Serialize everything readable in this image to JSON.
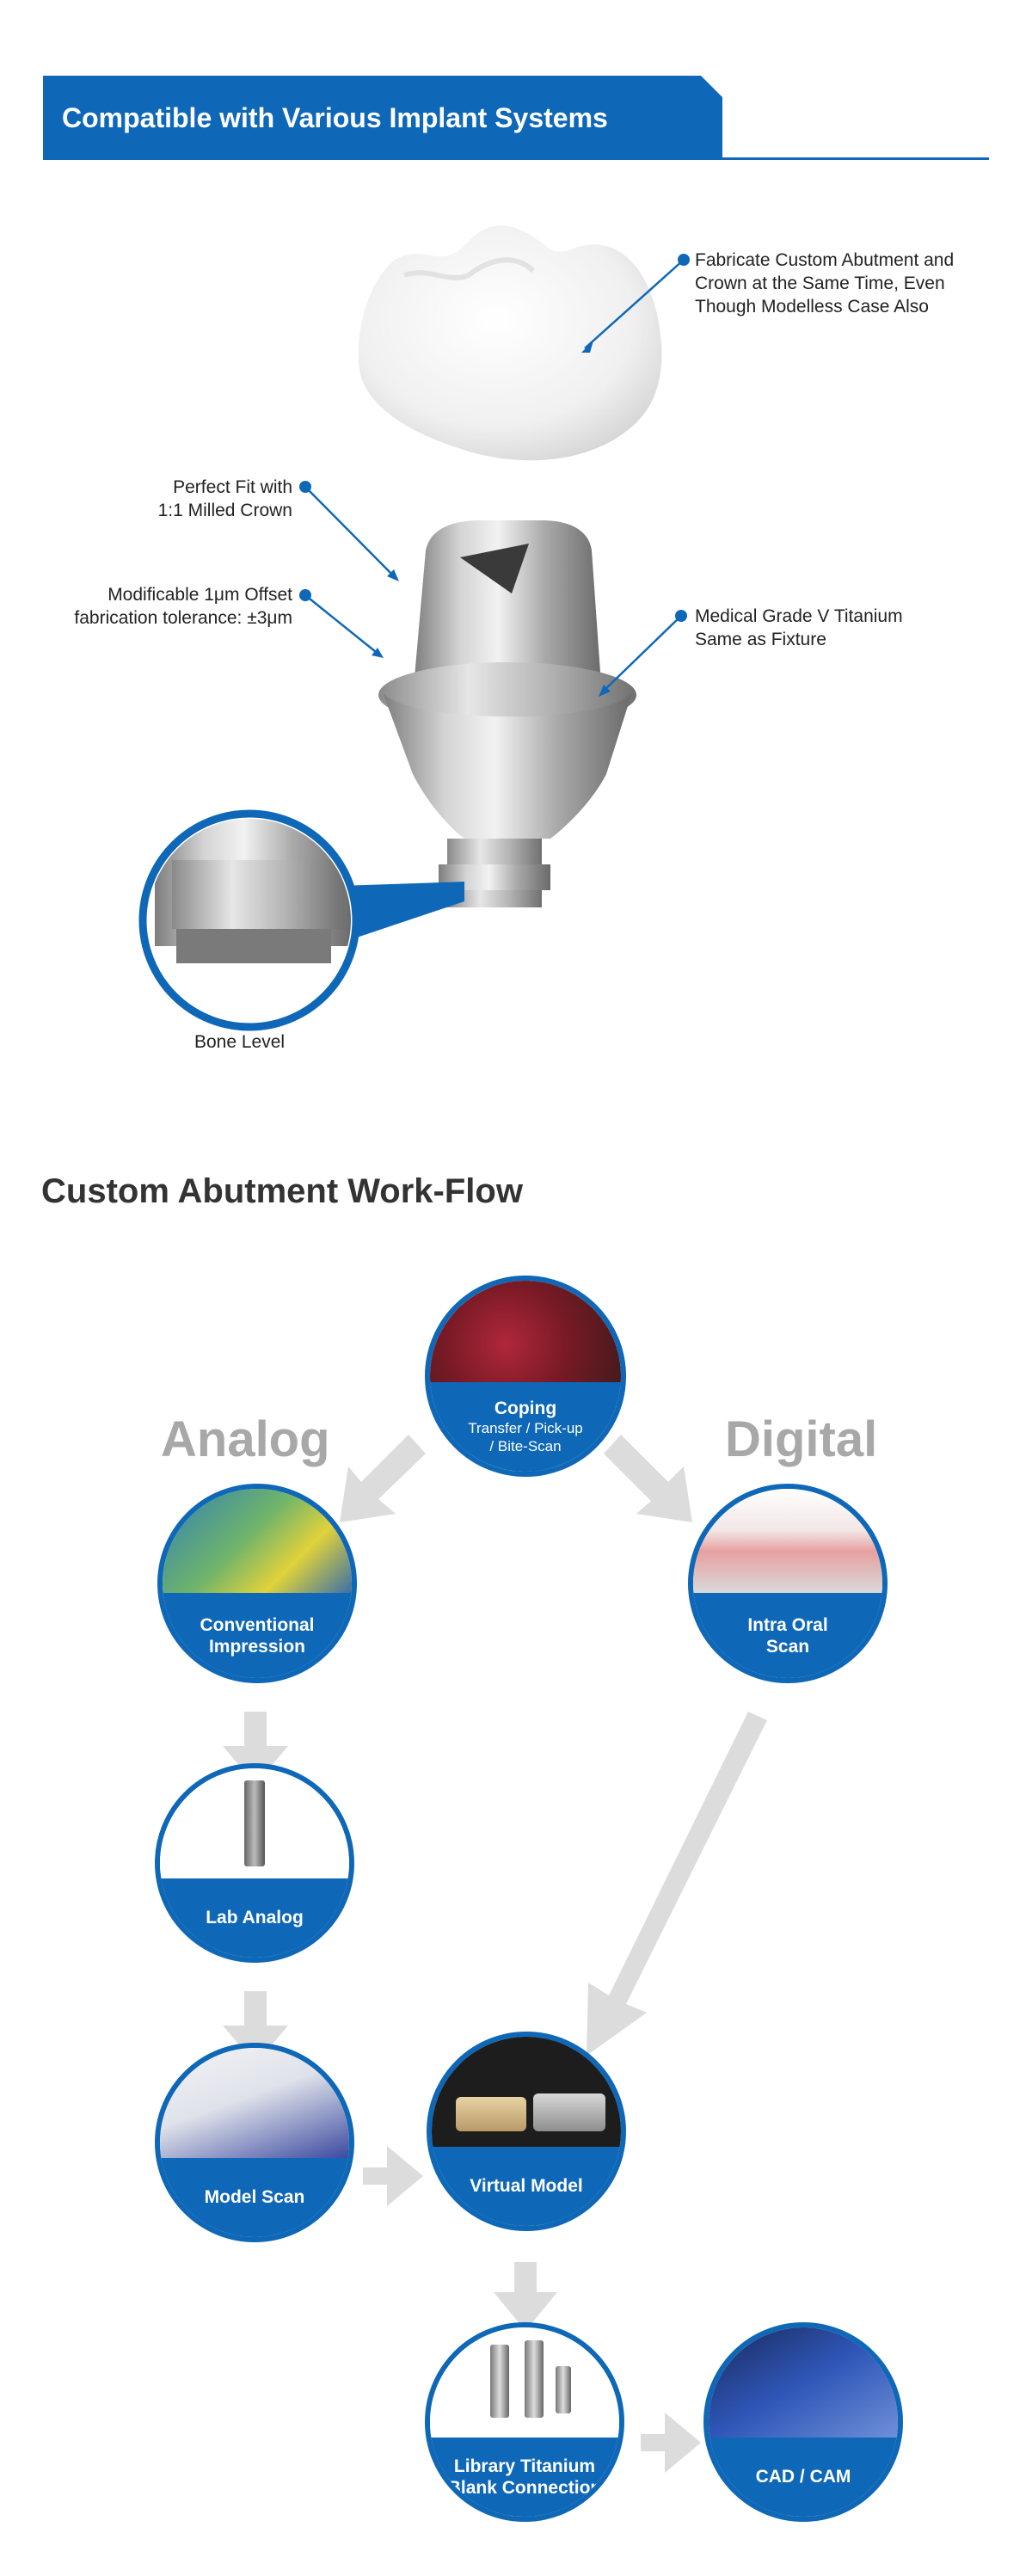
{
  "header": {
    "title": "Compatible with Various Implant Systems"
  },
  "callouts": {
    "crown": [
      "Fabricate Custom Abutment and",
      "Crown at the Same Time, Even",
      "Though Modelless Case Also"
    ],
    "fit": [
      "Perfect Fit with",
      "1:1 Milled Crown"
    ],
    "offset": [
      "Modificable 1μm Offset",
      "fabrication tolerance: ±3μm"
    ],
    "titanium": [
      "Medical Grade V Titanium",
      "Same as Fixture"
    ],
    "bone_level": "Bone Level"
  },
  "workflow": {
    "title": "Custom Abutment Work-Flow",
    "branches": {
      "analog": "Analog",
      "digital": "Digital"
    },
    "nodes": {
      "coping": {
        "title": "Coping",
        "subtitle": [
          "Transfer / Pick-up",
          "/ Bite-Scan"
        ]
      },
      "conventional": {
        "title": [
          "Conventional",
          "Impression"
        ]
      },
      "intraoral": {
        "title": [
          "Intra Oral",
          "Scan"
        ]
      },
      "lab_analog": {
        "title": "Lab Analog"
      },
      "model_scan": {
        "title": "Model Scan"
      },
      "virtual_model": {
        "title": "Virtual Model"
      },
      "library": {
        "title": [
          "Library Titanium",
          "Blank Connection"
        ]
      },
      "cadcam": {
        "title": "CAD / CAM"
      }
    }
  },
  "colors": {
    "brand": "#0e68b7",
    "arrow": "#dcdcdc",
    "branch_text": "#a8a8a8"
  }
}
